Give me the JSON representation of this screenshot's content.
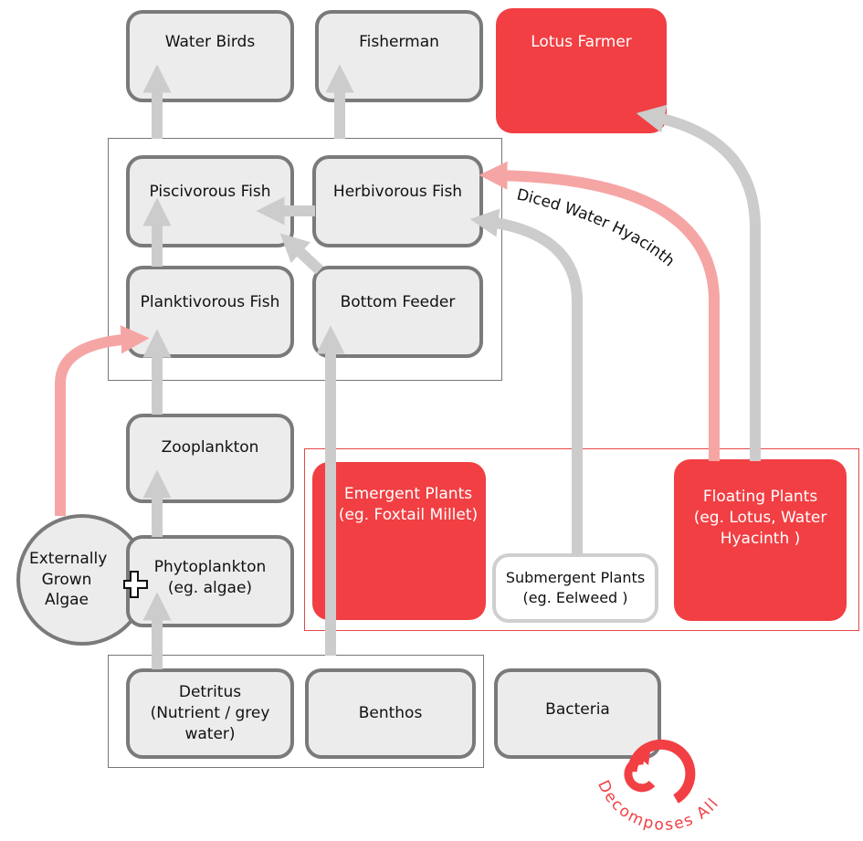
{
  "nodes": {
    "water_birds": "Water Birds",
    "fisherman": "Fisherman",
    "lotus_farmer": "Lotus Farmer",
    "piscivorous_fish": "Piscivorous Fish",
    "herbivorous_fish": "Herbivorous Fish",
    "planktivorous_fish": "Planktivorous Fish",
    "bottom_feeder": "Bottom Feeder",
    "zooplankton": "Zooplankton",
    "phytoplankton": "Phytoplankton\n(eg. algae)",
    "externally_grown_algae": "Externally\nGrown\nAlgae",
    "emergent_plants": "Emergent Plants\n(eg. Foxtail Millet)",
    "submergent_plants": "Submergent Plants\n(eg. Eelweed )",
    "floating_plants": "Floating Plants\n(eg. Lotus, Water\nHyacinth )",
    "detritus": "Detritus\n(Nutrient / grey\nwater)",
    "benthos": "Benthos",
    "bacteria": "Bacteria"
  },
  "labels": {
    "diced_water_hyacinth": "Diced Water Hyacinth",
    "decomposes_all": "Decomposes All"
  },
  "colors": {
    "red": "#f13f43",
    "pink_arrow": "#f6a5a5",
    "grey_arrow": "#cccccc",
    "grey_border": "#7a7a7a",
    "grey_fill": "#ececec"
  }
}
